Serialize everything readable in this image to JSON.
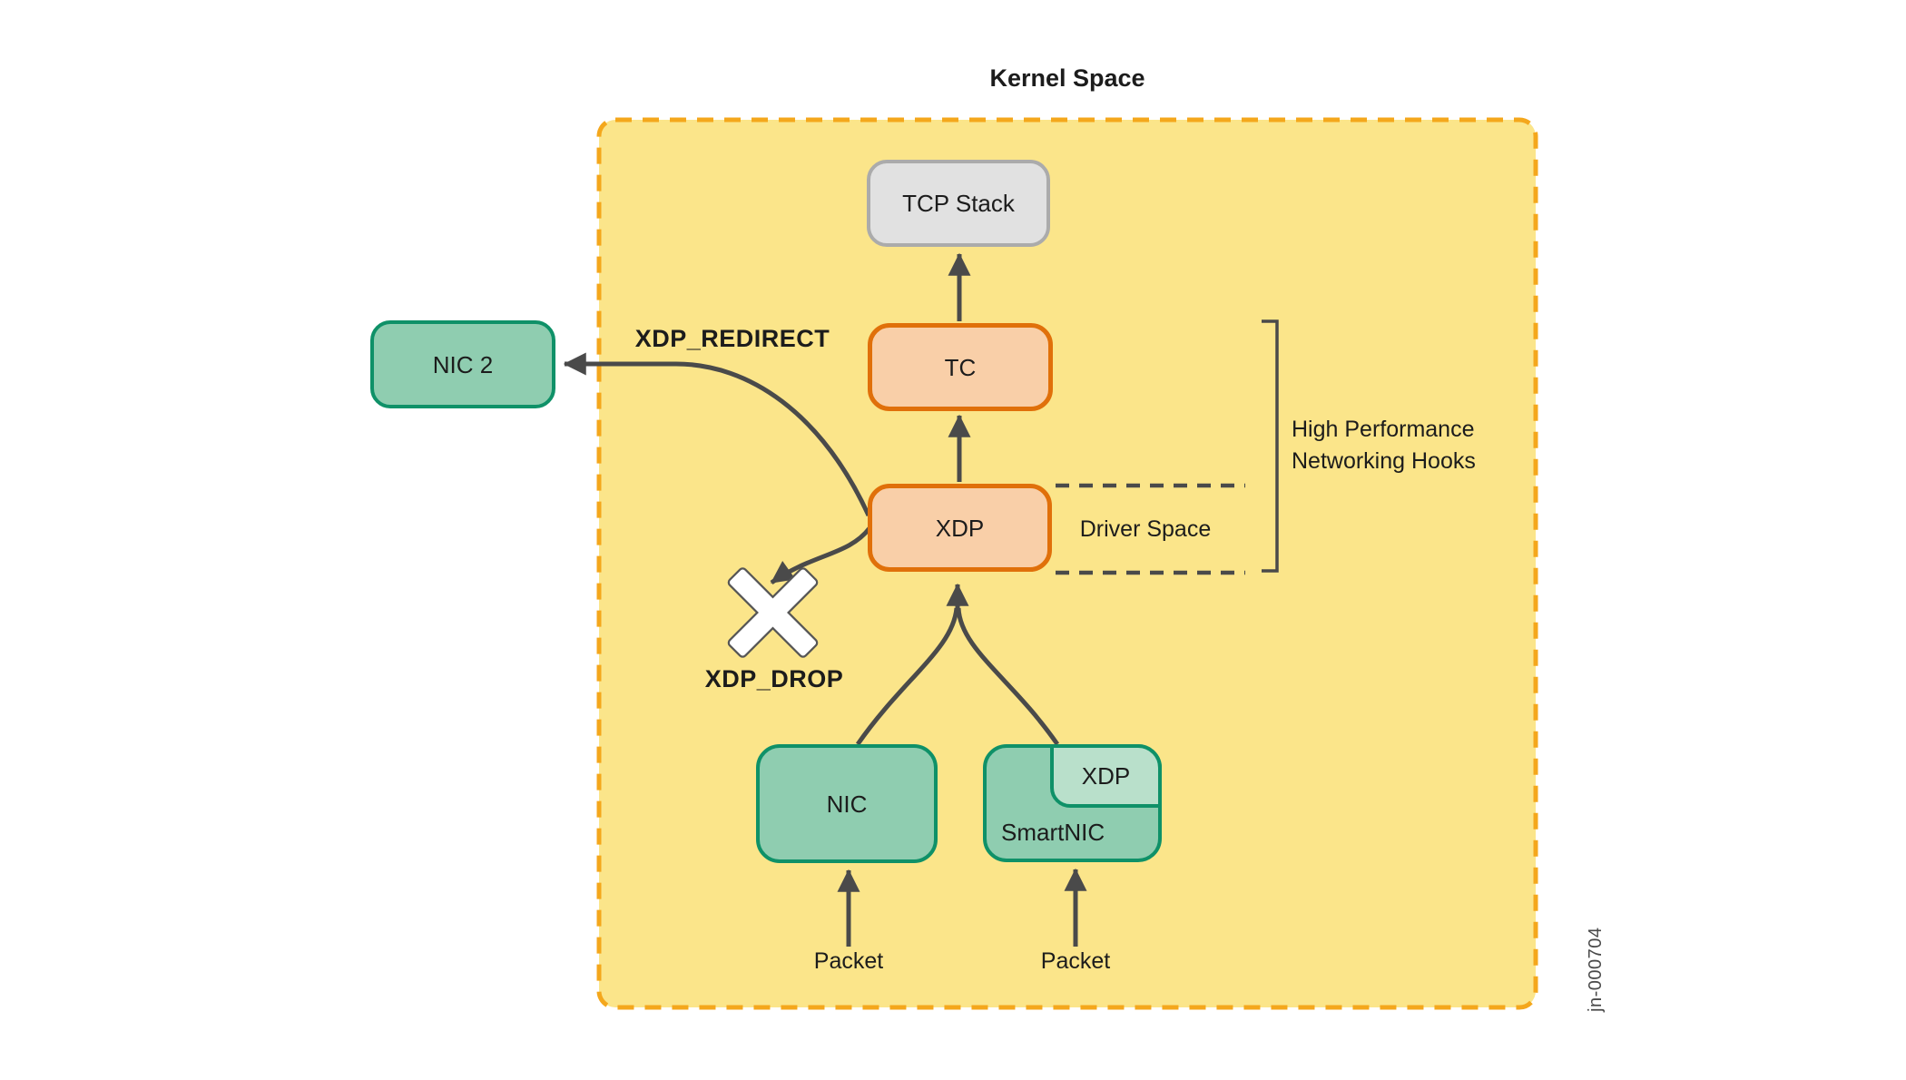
{
  "diagram": {
    "title": "Kernel Space",
    "figure_id": "jn-000704",
    "boxes": {
      "tcp_stack": "TCP Stack",
      "tc": "TC",
      "xdp": "XDP",
      "nic2": "NIC 2",
      "nic": "NIC",
      "smartnic": "SmartNIC",
      "smartnic_xdp": "XDP"
    },
    "labels": {
      "xdp_redirect": "XDP_REDIRECT",
      "xdp_drop": "XDP_DROP",
      "driver_space": "Driver Space",
      "hooks_line1": "High Performance",
      "hooks_line2": "Networking Hooks",
      "packet_left": "Packet",
      "packet_right": "Packet"
    },
    "icons": {
      "drop": "x-cross-icon",
      "arrows": "arrowhead-icon"
    },
    "colors": {
      "kernel_fill": "#fbe58a",
      "kernel_border": "#f4a71c",
      "hook_box_fill": "#f9cfa8",
      "hook_box_border": "#e0700a",
      "stack_box_fill": "#e1e1e1",
      "stack_box_border": "#ababab",
      "nic_fill": "#8fcdb0",
      "nic_border": "#0f9168",
      "nic_xdp_fill": "#b9e0cb",
      "arrow": "#4a4a4a",
      "text": "#1c1c1c"
    }
  }
}
